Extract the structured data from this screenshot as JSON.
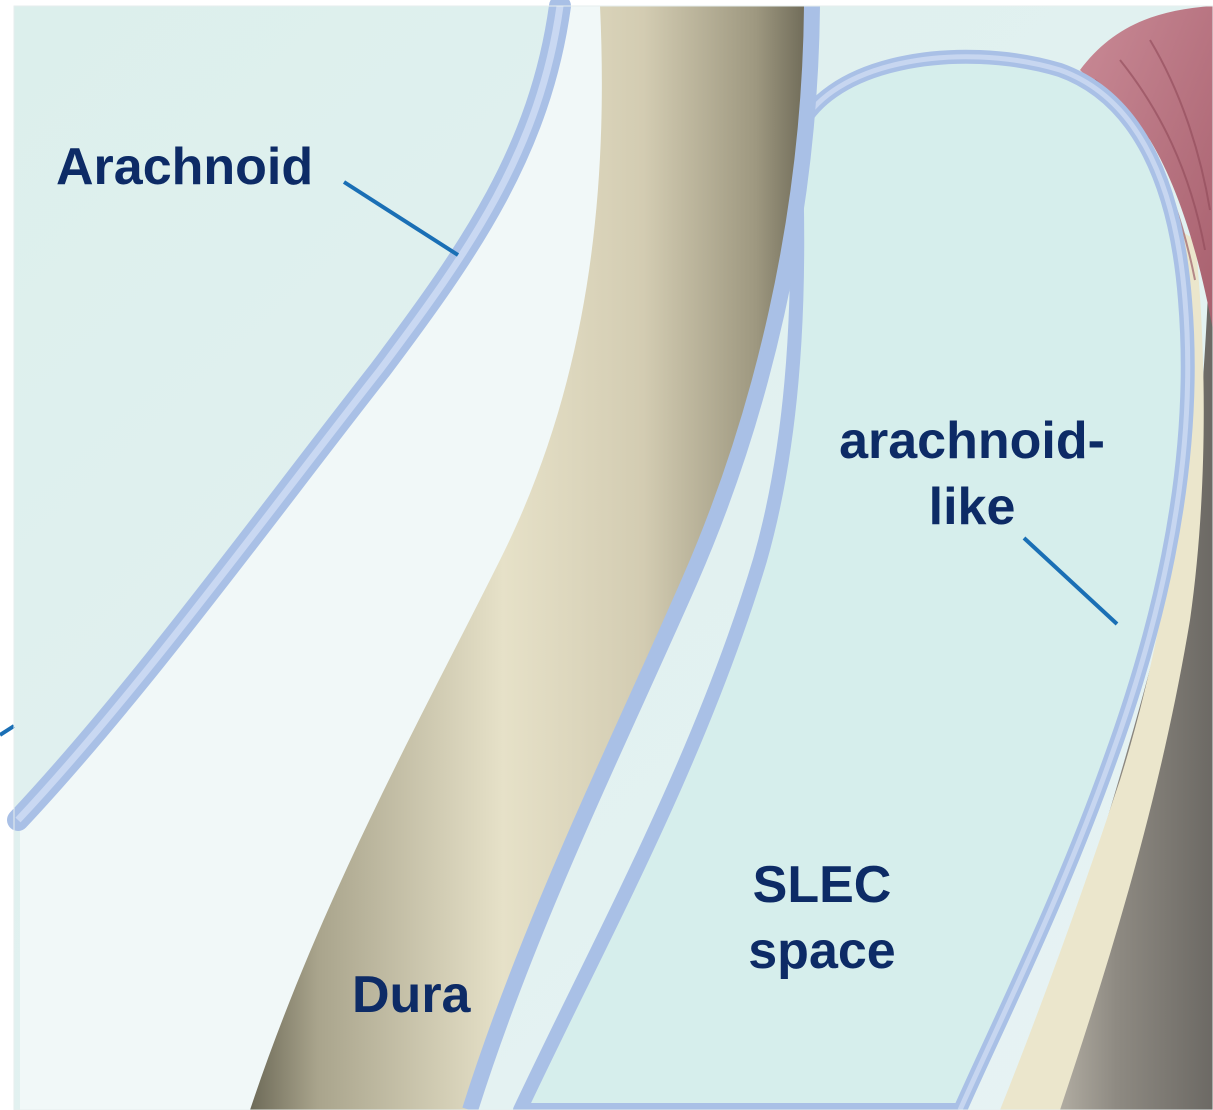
{
  "labels": {
    "arachnoid": "Arachnoid",
    "arachnoid_like_line1": "arachnoid-",
    "arachnoid_like_line2": "like",
    "slec_line1": "SLEC",
    "slec_line2": "space",
    "dura": "Dura"
  },
  "colors": {
    "label_text": "#0d2b66",
    "leader_line": "#1a6fb5",
    "arachnoid_membrane": "#a9c0e6",
    "space_fill": "#d7eeec",
    "dura": "#cfc7b0",
    "muscle_fibers": "#c07a88",
    "cord": "#e8e2c8"
  }
}
